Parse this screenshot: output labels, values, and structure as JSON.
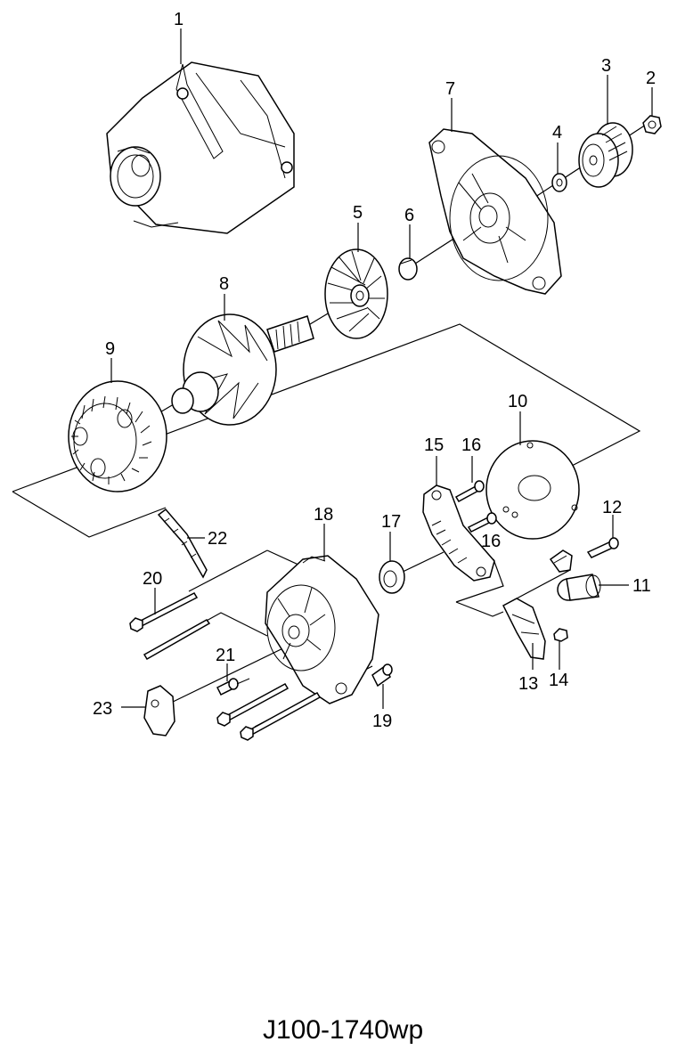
{
  "diagram_code": "J100-1740wp",
  "callouts": {
    "c1": "1",
    "c2": "2",
    "c3": "3",
    "c4": "4",
    "c5": "5",
    "c6": "6",
    "c7": "7",
    "c8": "8",
    "c9": "9",
    "c10": "10",
    "c11": "11",
    "c12": "12",
    "c13": "13",
    "c14": "14",
    "c15": "15",
    "c16a": "16",
    "c16b": "16",
    "c17": "17",
    "c18": "18",
    "c19": "19",
    "c20": "20",
    "c21": "21",
    "c22": "22",
    "c23": "23"
  }
}
